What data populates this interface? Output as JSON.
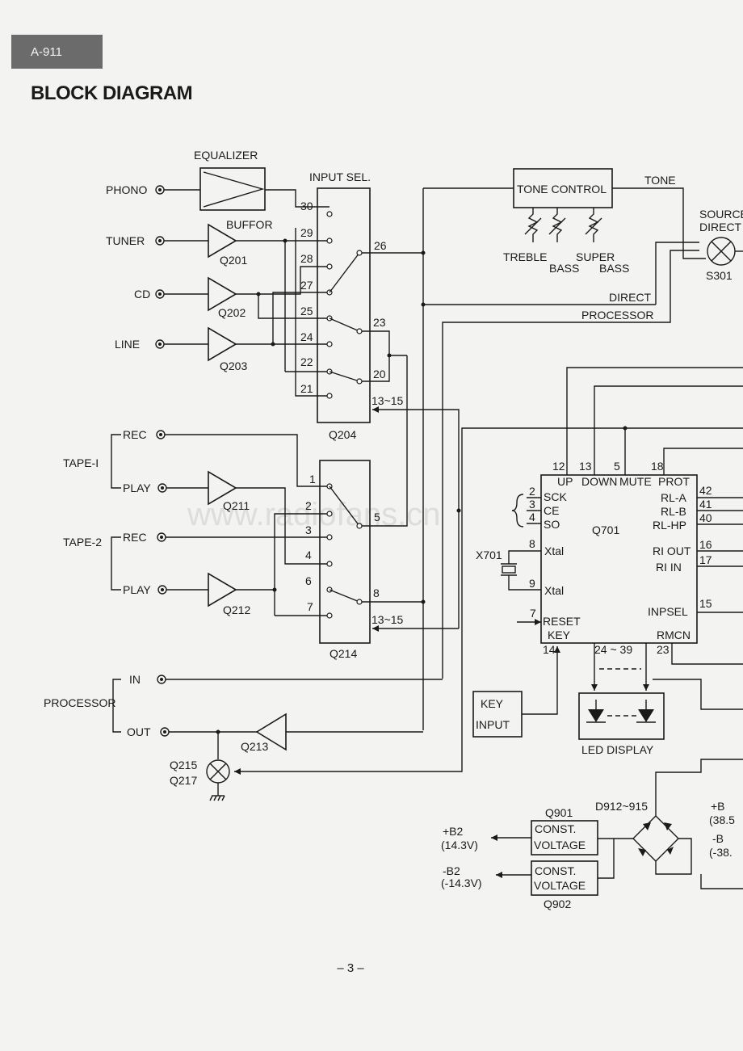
{
  "header": {
    "model_tag": "A-911",
    "title": "BLOCK DIAGRAM",
    "page_number": "– 3 –"
  },
  "watermark": "www.radiofans.cn",
  "inputs": {
    "phono": "PHONO",
    "tuner": "TUNER",
    "cd": "CD",
    "line": "LINE",
    "tape1": "TAPE-I",
    "tape2": "TAPE-2",
    "rec": "REC",
    "play": "PLAY",
    "processor": "PROCESSOR",
    "proc_in": "IN",
    "proc_out": "OUT"
  },
  "blocks": {
    "equalizer": "EQUALIZER",
    "buffer": "BUFFOR",
    "input_sel": "INPUT SEL.",
    "tone_control": "TONE CONTROL",
    "key_input_1": "KEY",
    "key_input_2": "INPUT",
    "led_display": "LED DISPLAY",
    "const1": "CONST.",
    "const2": "VOLTAGE"
  },
  "controls": {
    "treble": "TREBLE",
    "bass": "BASS",
    "super": "SUPER",
    "super_bass": "BASS"
  },
  "signals": {
    "tone": "TONE",
    "direct": "DIRECT",
    "processor": "PROCESSOR",
    "source1": "SOURCE",
    "source2": "DIRECT"
  },
  "parts": {
    "q201": "Q201",
    "q202": "Q202",
    "q203": "Q203",
    "q204": "Q204",
    "q211": "Q211",
    "q212": "Q212",
    "q213": "Q213",
    "q214": "Q214",
    "q215": "Q215",
    "q217": "Q217",
    "q701": "Q701",
    "q901": "Q901",
    "q902": "Q902",
    "s301": "S301",
    "x701": "X701",
    "d912": "D912~915"
  },
  "q204_pins": [
    "30",
    "29",
    "28",
    "27",
    "25",
    "24",
    "22",
    "21",
    "26",
    "23",
    "20",
    "13~15"
  ],
  "q214_pins": [
    "1",
    "2",
    "3",
    "4",
    "6",
    "7",
    "5",
    "8",
    "13~15"
  ],
  "q701": {
    "top_pins": [
      "12",
      "13",
      "5",
      "18"
    ],
    "top_labels": [
      "UP",
      "DOWN",
      "MUTE",
      "PROT"
    ],
    "left_pins": [
      "2",
      "3",
      "4",
      "8",
      "9",
      "7",
      "14"
    ],
    "left_labels": [
      "SCK",
      "CE",
      "SO",
      "Xtal",
      "Xtal",
      "RESET",
      "KEY"
    ],
    "right_pins": [
      "42",
      "41",
      "40",
      "16",
      "17",
      "15",
      "23"
    ],
    "right_labels": [
      "RL-A",
      "RL-B",
      "RL-HP",
      "RI OUT",
      "RI  IN",
      "INPSEL",
      "RMCN"
    ],
    "bottom_pins": "24 ~ 39"
  },
  "power": {
    "pos_b2": "+B2",
    "pos_b2_v": "(14.3V)",
    "neg_b2": "-B2",
    "neg_b2_v": "(-14.3V)",
    "pos_b": "+B",
    "pos_b_v": "(38.5",
    "neg_b": "-B",
    "neg_b_v": "(-38."
  }
}
